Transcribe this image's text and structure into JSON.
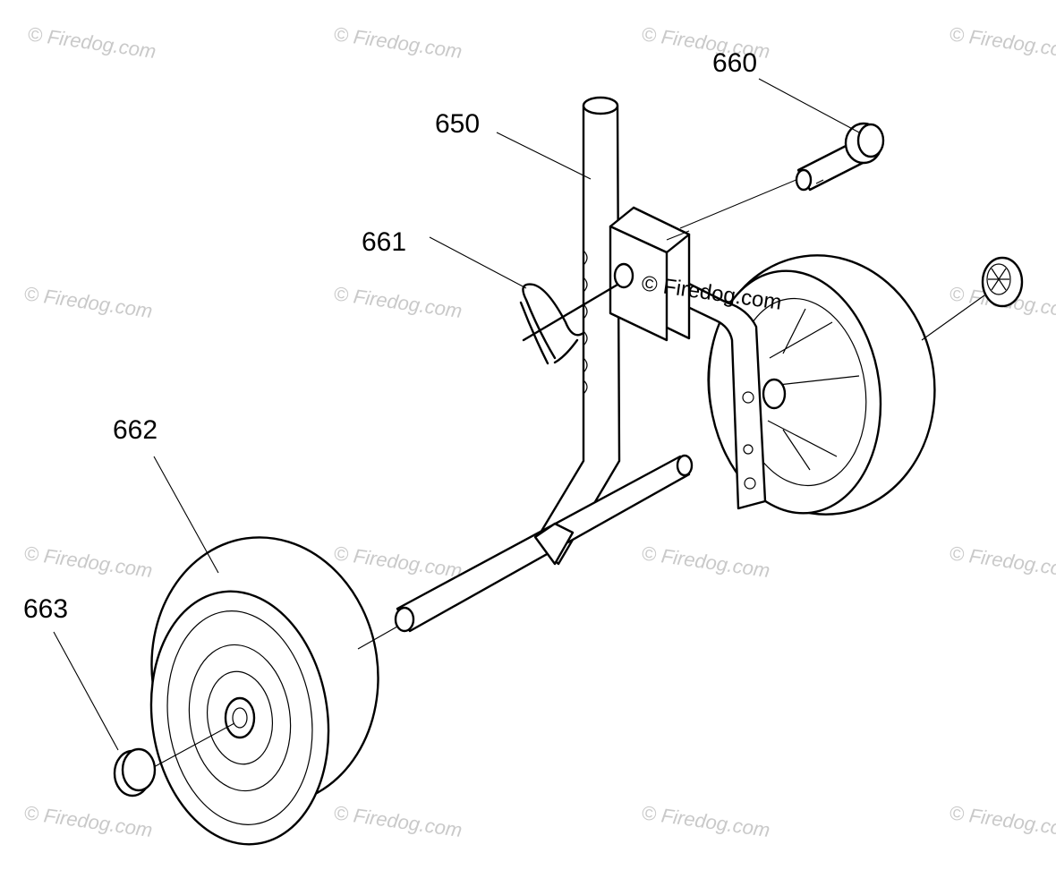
{
  "callouts": {
    "c650": "650",
    "c660": "660",
    "c661": "661",
    "c662": "662",
    "c663": "663"
  },
  "watermark": "© Firedog.com",
  "parts": {
    "axle_stand": "650",
    "clevis_pin": "660",
    "hairpin_cotter": "661",
    "wheel": "662",
    "push_nut_cap": "663"
  }
}
